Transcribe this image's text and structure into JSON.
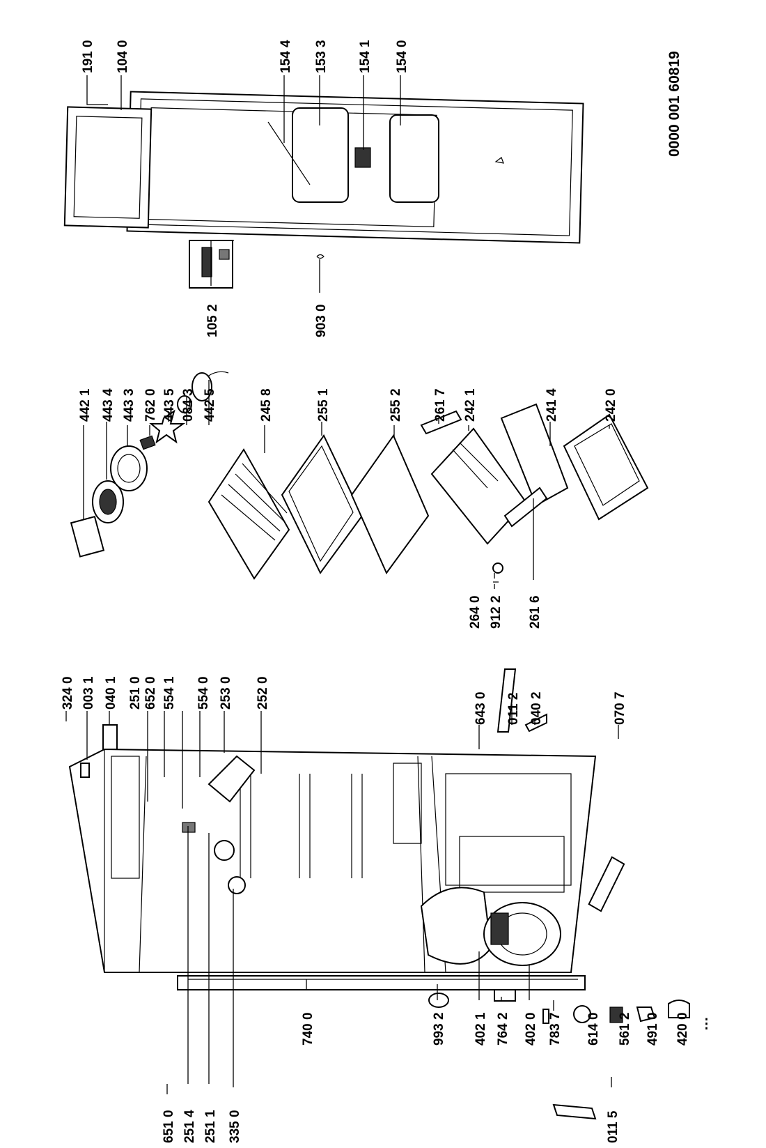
{
  "reference_number": "0000 001 60819",
  "more_indicator": "⋮",
  "labels": {
    "door_group": [
      "191 0",
      "104 0",
      "154 4",
      "153 3",
      "154 1",
      "154 0",
      "105 2",
      "903 0"
    ],
    "fan_group": [
      "442 1",
      "443 4",
      "443 3",
      "762 0",
      "443 5",
      "084 3",
      "442 5"
    ],
    "shelf_group": [
      "245 8",
      "255 1",
      "255 2",
      "261 7",
      "242 1",
      "241 4",
      "242 0",
      "264 0",
      "912 2",
      "261 6"
    ],
    "cabinet_top": [
      "324 0",
      "003 1",
      "040 1",
      "251 0",
      "652 0",
      "554 1",
      "554 0",
      "253 0",
      "252 0"
    ],
    "cabinet_front": [
      "643 0",
      "011 2",
      "040 2",
      "070 7"
    ],
    "cabinet_left": [
      "651 0",
      "251 4",
      "251 1",
      "335 0",
      "011 5",
      "740 0"
    ],
    "bottom_group": [
      "993 2",
      "402 1",
      "764 2",
      "402 0",
      "783 7",
      "614 0",
      "561 2",
      "491 0",
      "420 0"
    ]
  }
}
